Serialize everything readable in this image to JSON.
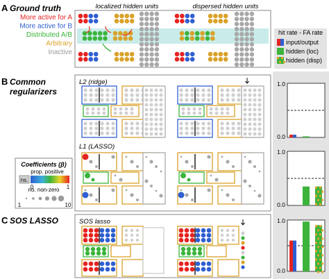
{
  "panels": {
    "A": {
      "letter": "A",
      "title": "Ground truth"
    },
    "B": {
      "letter": "B",
      "title_line1": "Common",
      "title_line2": "regularizers"
    },
    "C": {
      "letter": "C",
      "title": "SOS LASSO"
    }
  },
  "legend_a": {
    "items": [
      {
        "label": "More active for A",
        "color": "#e52421"
      },
      {
        "label": "More active for B",
        "color": "#2f5fd0"
      },
      {
        "label": "Distributed A/B",
        "color": "#3cb43c"
      },
      {
        "label": "Arbitrary",
        "color": "#d9a22a"
      },
      {
        "label": "Inactive",
        "color": "#9a9a9a"
      }
    ]
  },
  "column_headers": {
    "localized": "localized hidden units",
    "dispersed": "dispersed hidden units"
  },
  "hitrate": {
    "title": "hit rate - FA rate",
    "items": [
      {
        "label": "input/output",
        "swatch": "io"
      },
      {
        "label": "hidden (loc)",
        "swatch": "loc"
      },
      {
        "label": "hidden (disp)",
        "swatch": "disp"
      }
    ]
  },
  "rows": {
    "l2": "L2 (ridge)",
    "l1": "L1 (LASSO)",
    "sos": "SOS lasso"
  },
  "coef_legend": {
    "title": "Coefficients (β)",
    "prop_label": "prop. positive",
    "ns_label": "ns.",
    "scale_min": "0",
    "scale_max": "1",
    "nonzero_label": "no. non-zero",
    "size_min": "1",
    "size_max": "10"
  },
  "bar_axis": {
    "top": "1.0",
    "bottom": "0.0"
  },
  "chart_data": [
    {
      "type": "bar",
      "name": "L2 (ridge)",
      "categories": [
        "input/output",
        "hidden (loc)",
        "hidden (disp)"
      ],
      "values": [
        0.05,
        0.02,
        0.0
      ],
      "ylim": [
        0,
        1
      ],
      "chance": 0.5
    },
    {
      "type": "bar",
      "name": "L1 (LASSO)",
      "categories": [
        "input/output",
        "hidden (loc)",
        "hidden (disp)"
      ],
      "values": [
        0.0,
        0.35,
        0.35
      ],
      "ylim": [
        0,
        1
      ],
      "chance": 0.5
    },
    {
      "type": "bar",
      "name": "SOS lasso",
      "categories": [
        "input/output",
        "hidden (loc)",
        "hidden (disp)"
      ],
      "values": [
        0.6,
        0.97,
        0.9
      ],
      "ylim": [
        0,
        1
      ],
      "chance": 0.5
    }
  ],
  "colors": {
    "red": "#e52421",
    "blue": "#2f5fd0",
    "green": "#3cb43c",
    "gold": "#d9a22a",
    "gray": "#a8a8a8",
    "ns": "#cfcfcf",
    "panel_bg": "#e3e3e3"
  }
}
